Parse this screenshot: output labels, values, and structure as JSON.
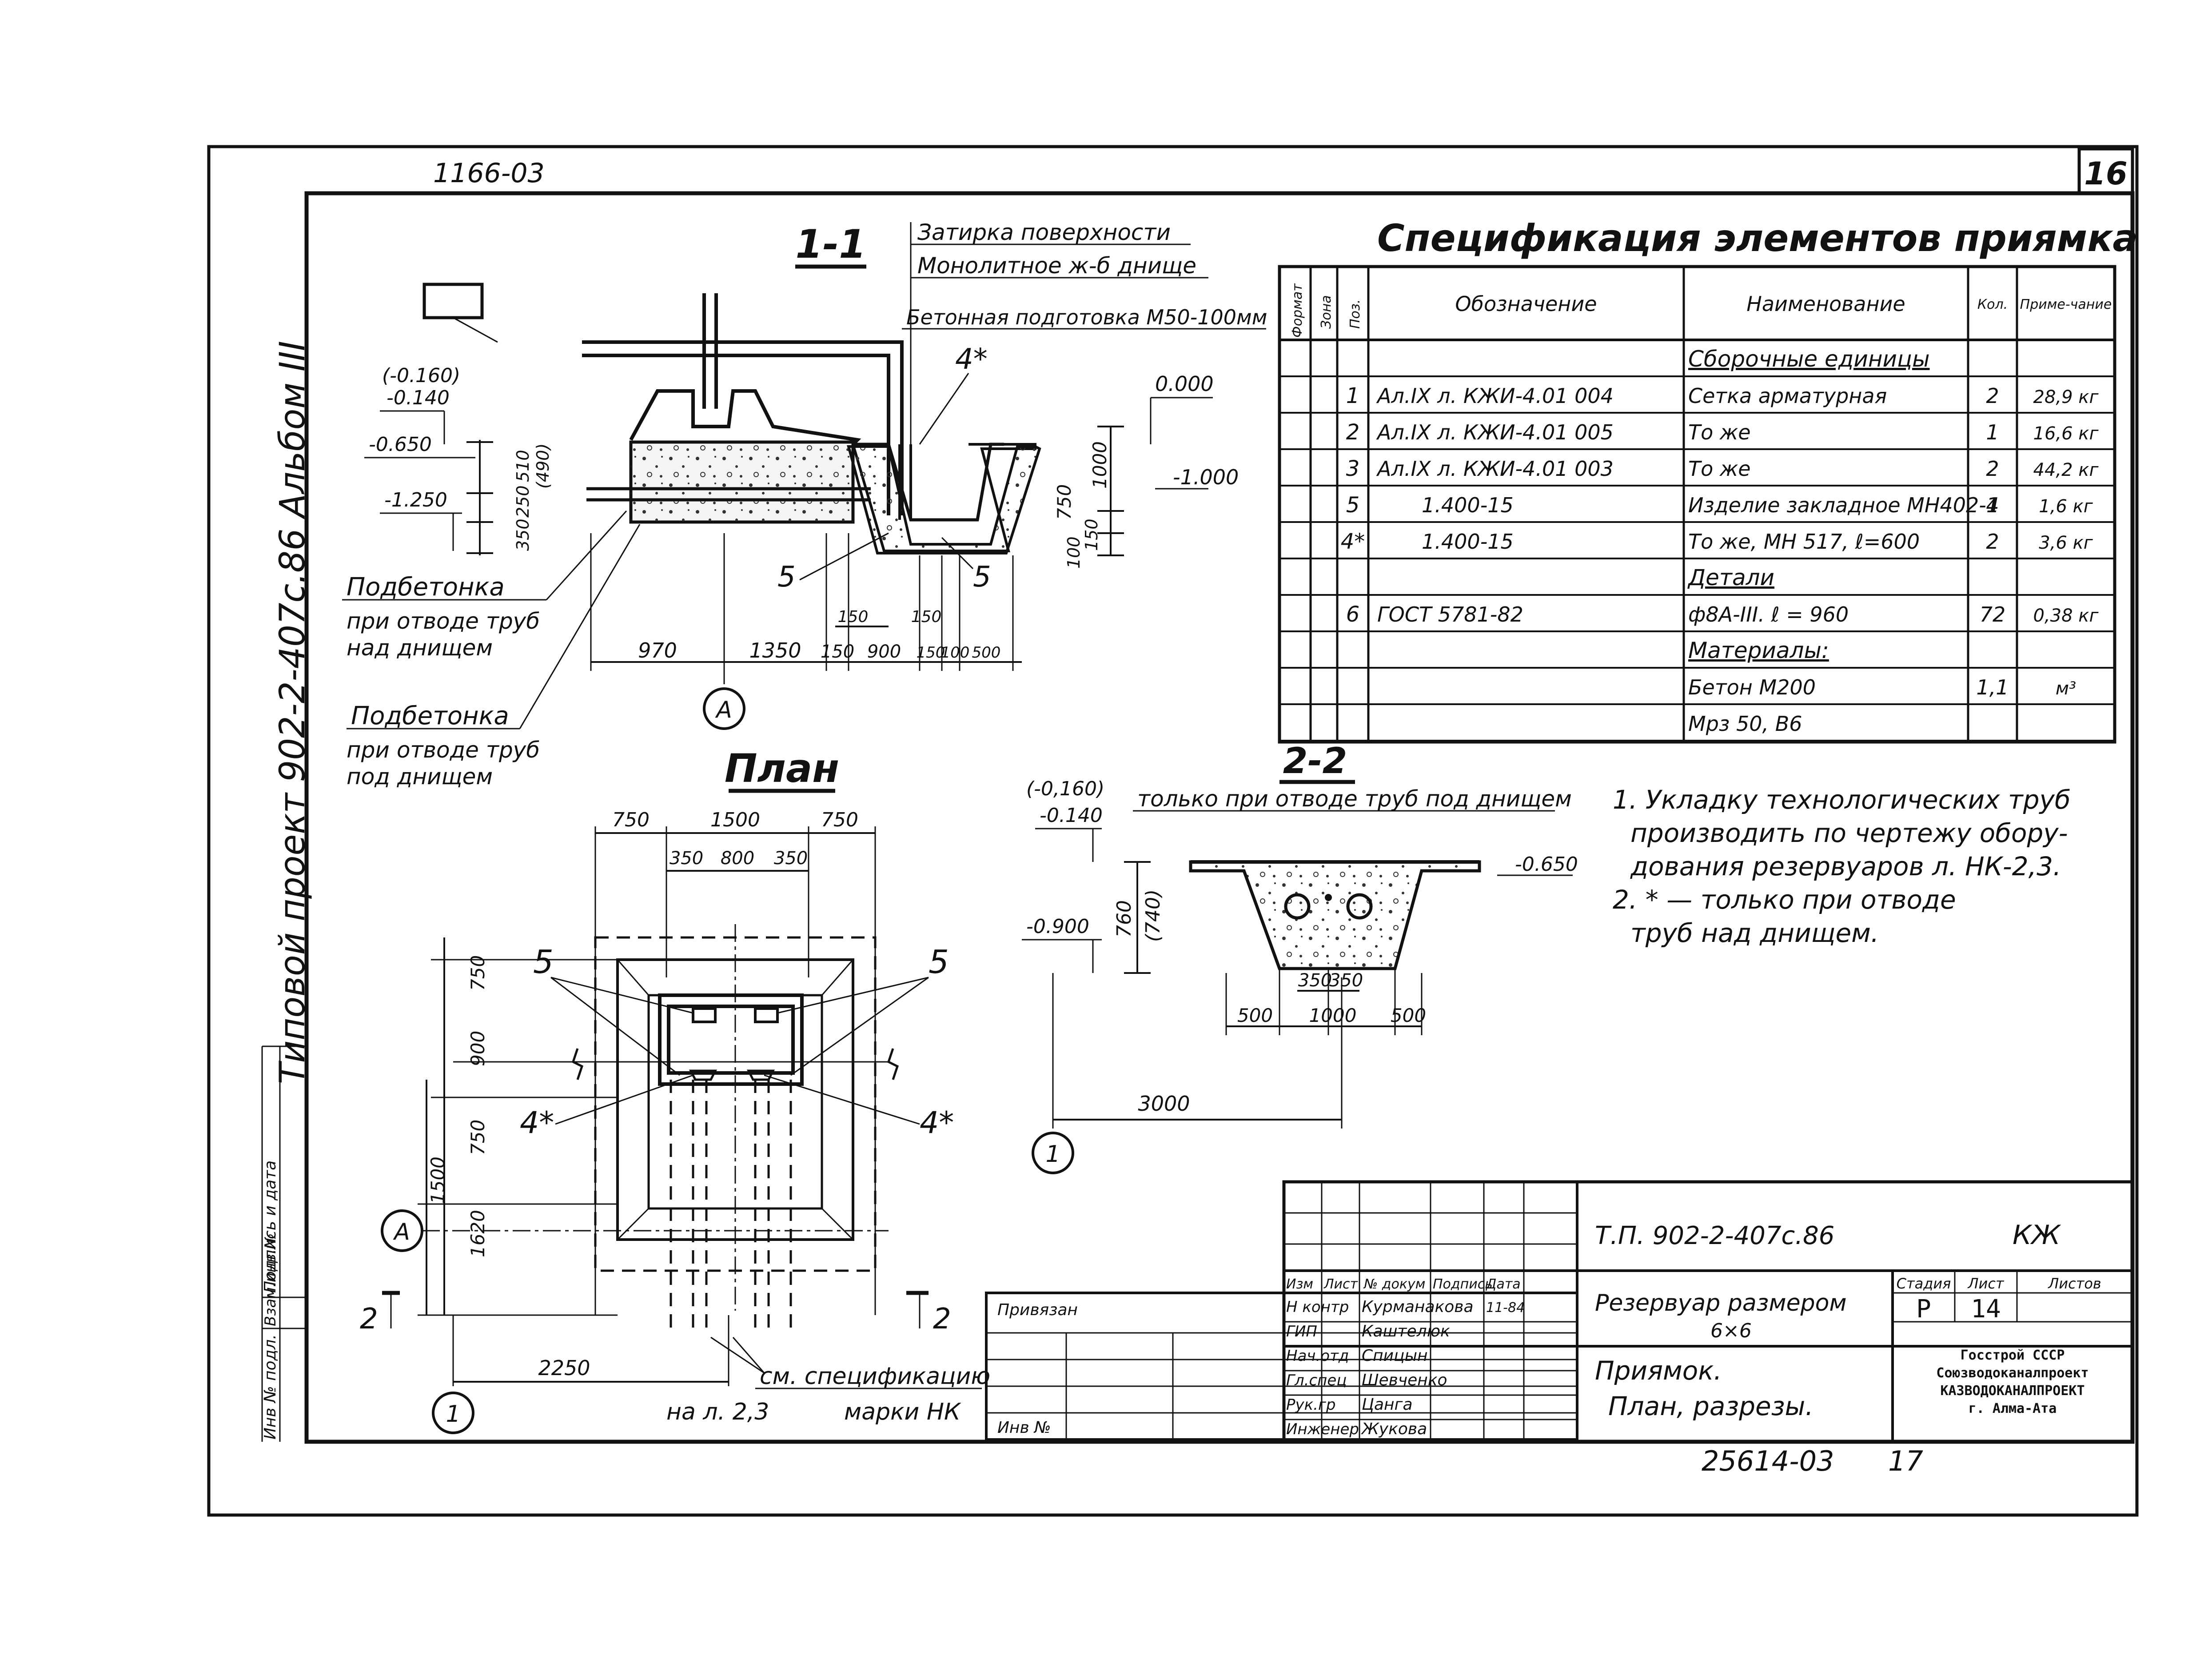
{
  "sheet": {
    "corner_number": "16",
    "top_code": "1166-03",
    "side_project": "Типовой  проект  902-2-407с.86  Альбом III",
    "side_fields": [
      "Подпись и дата",
      "Взам.инв.№",
      "Инв № подл."
    ],
    "bottom_number": "25614-03",
    "bottom_page": "17"
  },
  "section_1_1": {
    "title": "1-1",
    "layer_labels": [
      "Затирка поверхности",
      "Монолитное ж-б днище",
      "Бетонная подготовка М50-100мм"
    ],
    "mark_4star": "4*",
    "level_0": "0.000",
    "level_m1": "-1.000",
    "level_left_1": "(-0.160)",
    "level_left_2": "-0.140",
    "level_left_3": "-0.650",
    "level_left_4": "-1.250",
    "vdims_left": [
      "510",
      "(490)",
      "250",
      "350"
    ],
    "vdims_right": [
      "1000",
      "750",
      "150",
      "100"
    ],
    "pos_5a": "5",
    "pos_5b": "5",
    "hdims": [
      "970",
      "1350",
      "150",
      "900",
      "150",
      "100",
      "500"
    ],
    "hdims_top": [
      "150",
      "150"
    ],
    "axis_a": "A",
    "note1_title": "Подбетонка",
    "note1_text": [
      "при отводе труб",
      "над днищем"
    ],
    "note2_title": "Подбетонка",
    "note2_text": [
      "при отводе труб",
      "под днищем"
    ]
  },
  "plan": {
    "title": "План",
    "top_dims": [
      "750",
      "1500",
      "750"
    ],
    "top_dims2": [
      "350",
      "800",
      "350"
    ],
    "left_dims": [
      "750",
      "900",
      "750",
      "1620",
      "1500"
    ],
    "pos_5_left": "5",
    "pos_5_right": "5",
    "pos_4_left": "4*",
    "pos_4_right": "4*",
    "axis_a": "A",
    "axis_1": "1",
    "cut_left": "2",
    "cut_right": "2",
    "dim_2250": "2250",
    "ref_text_1": "см. спецификацию",
    "ref_text_2": "на л. 2,3",
    "ref_text_3": "марки НК"
  },
  "section_2_2": {
    "title": "2-2",
    "subtitle": "только при отводе труб под днищем",
    "level_1": "(-0,160)",
    "level_2": "-0.140",
    "level_3": "-0.650",
    "level_4": "-0.900",
    "vdim": "760",
    "vdim2": "(740)",
    "dims_bottom": [
      "350",
      "350"
    ],
    "dims_bottom2": [
      "500",
      "1000",
      "500"
    ],
    "dim_3000": "3000",
    "axis_1": "1"
  },
  "spec": {
    "title": "Спецификация элементов приямка",
    "headers": [
      "Формат",
      "Зона",
      "Поз.",
      "Обозначение",
      "Наименование",
      "Кол.",
      "Приме-чание"
    ],
    "rows": [
      {
        "pos": "",
        "code": "",
        "name": "Сборочные единицы",
        "qty": "",
        "note": "",
        "heading": true
      },
      {
        "pos": "1",
        "code": "Ал.IX л. КЖИ-4.01 004",
        "name": "Сетка арматурная",
        "qty": "2",
        "note": "28,9 кг"
      },
      {
        "pos": "2",
        "code": "Ал.IX л. КЖИ-4.01 005",
        "name": "То же",
        "qty": "1",
        "note": "16,6 кг"
      },
      {
        "pos": "3",
        "code": "Ал.IX л. КЖИ-4.01 003",
        "name": "То же",
        "qty": "2",
        "note": "44,2 кг"
      },
      {
        "pos": "5",
        "code": "1.400-15",
        "name": "Изделие закладное МН402-1",
        "qty": "4",
        "note": "1,6 кг"
      },
      {
        "pos": "4*",
        "code": "1.400-15",
        "name": "То же, МН 517, ℓ=600",
        "qty": "2",
        "note": "3,6 кг"
      },
      {
        "pos": "",
        "code": "",
        "name": "Детали",
        "qty": "",
        "note": "",
        "heading": true
      },
      {
        "pos": "6",
        "code": "ГОСТ 5781-82",
        "name": "ф8А-III. ℓ = 960",
        "qty": "72",
        "note": "0,38 кг"
      },
      {
        "pos": "",
        "code": "",
        "name": "Материалы:",
        "qty": "",
        "note": "",
        "heading": true
      },
      {
        "pos": "",
        "code": "",
        "name": "Бетон М200",
        "qty": "1,1",
        "note": "м³"
      },
      {
        "pos": "",
        "code": "",
        "name": "Мрз 50, В6",
        "qty": "",
        "note": ""
      }
    ]
  },
  "notes": [
    "1. Укладку технологических труб",
    "производить по чертежу обору-",
    "дования резервуаров л. НК-2,3.",
    "2.   * — только при отводе",
    "труб   над  днищем."
  ],
  "stamp": {
    "code": "Т.П. 902-2-407с.86",
    "mark": "КЖ",
    "privyazan": "Привязан",
    "inv": "Инв №",
    "col_headers": [
      "Изм",
      "Лист",
      "№ докум",
      "Подпись",
      "Дата"
    ],
    "staff": [
      {
        "role": "Н контр",
        "name": "Курманакова",
        "date": "11-84"
      },
      {
        "role": "ГИП",
        "name": "Каштелюк",
        "date": ""
      },
      {
        "role": "Нач.отд",
        "name": "Спицын",
        "date": ""
      },
      {
        "role": "Гл.спец",
        "name": "Шевченко",
        "date": ""
      },
      {
        "role": "Рук.гр",
        "name": "Цанга",
        "date": ""
      },
      {
        "role": "Инженер",
        "name": "Жукова",
        "date": ""
      }
    ],
    "object_1": "Резервуар размером",
    "object_2": "6×6",
    "sheet_title_1": "Приямок.",
    "sheet_title_2": "План, разрезы.",
    "stage_h": "Стадия",
    "sheet_h": "Лист",
    "sheets_h": "Листов",
    "stage": "Р",
    "sheet_no": "14",
    "sheets_total": "",
    "org_1": "Госстрой СССР",
    "org_2": "Союзводоканалпроект",
    "org_3": "КАЗВОДОКАНАЛПРОЕКТ",
    "org_4": "г. Алма-Ата"
  }
}
